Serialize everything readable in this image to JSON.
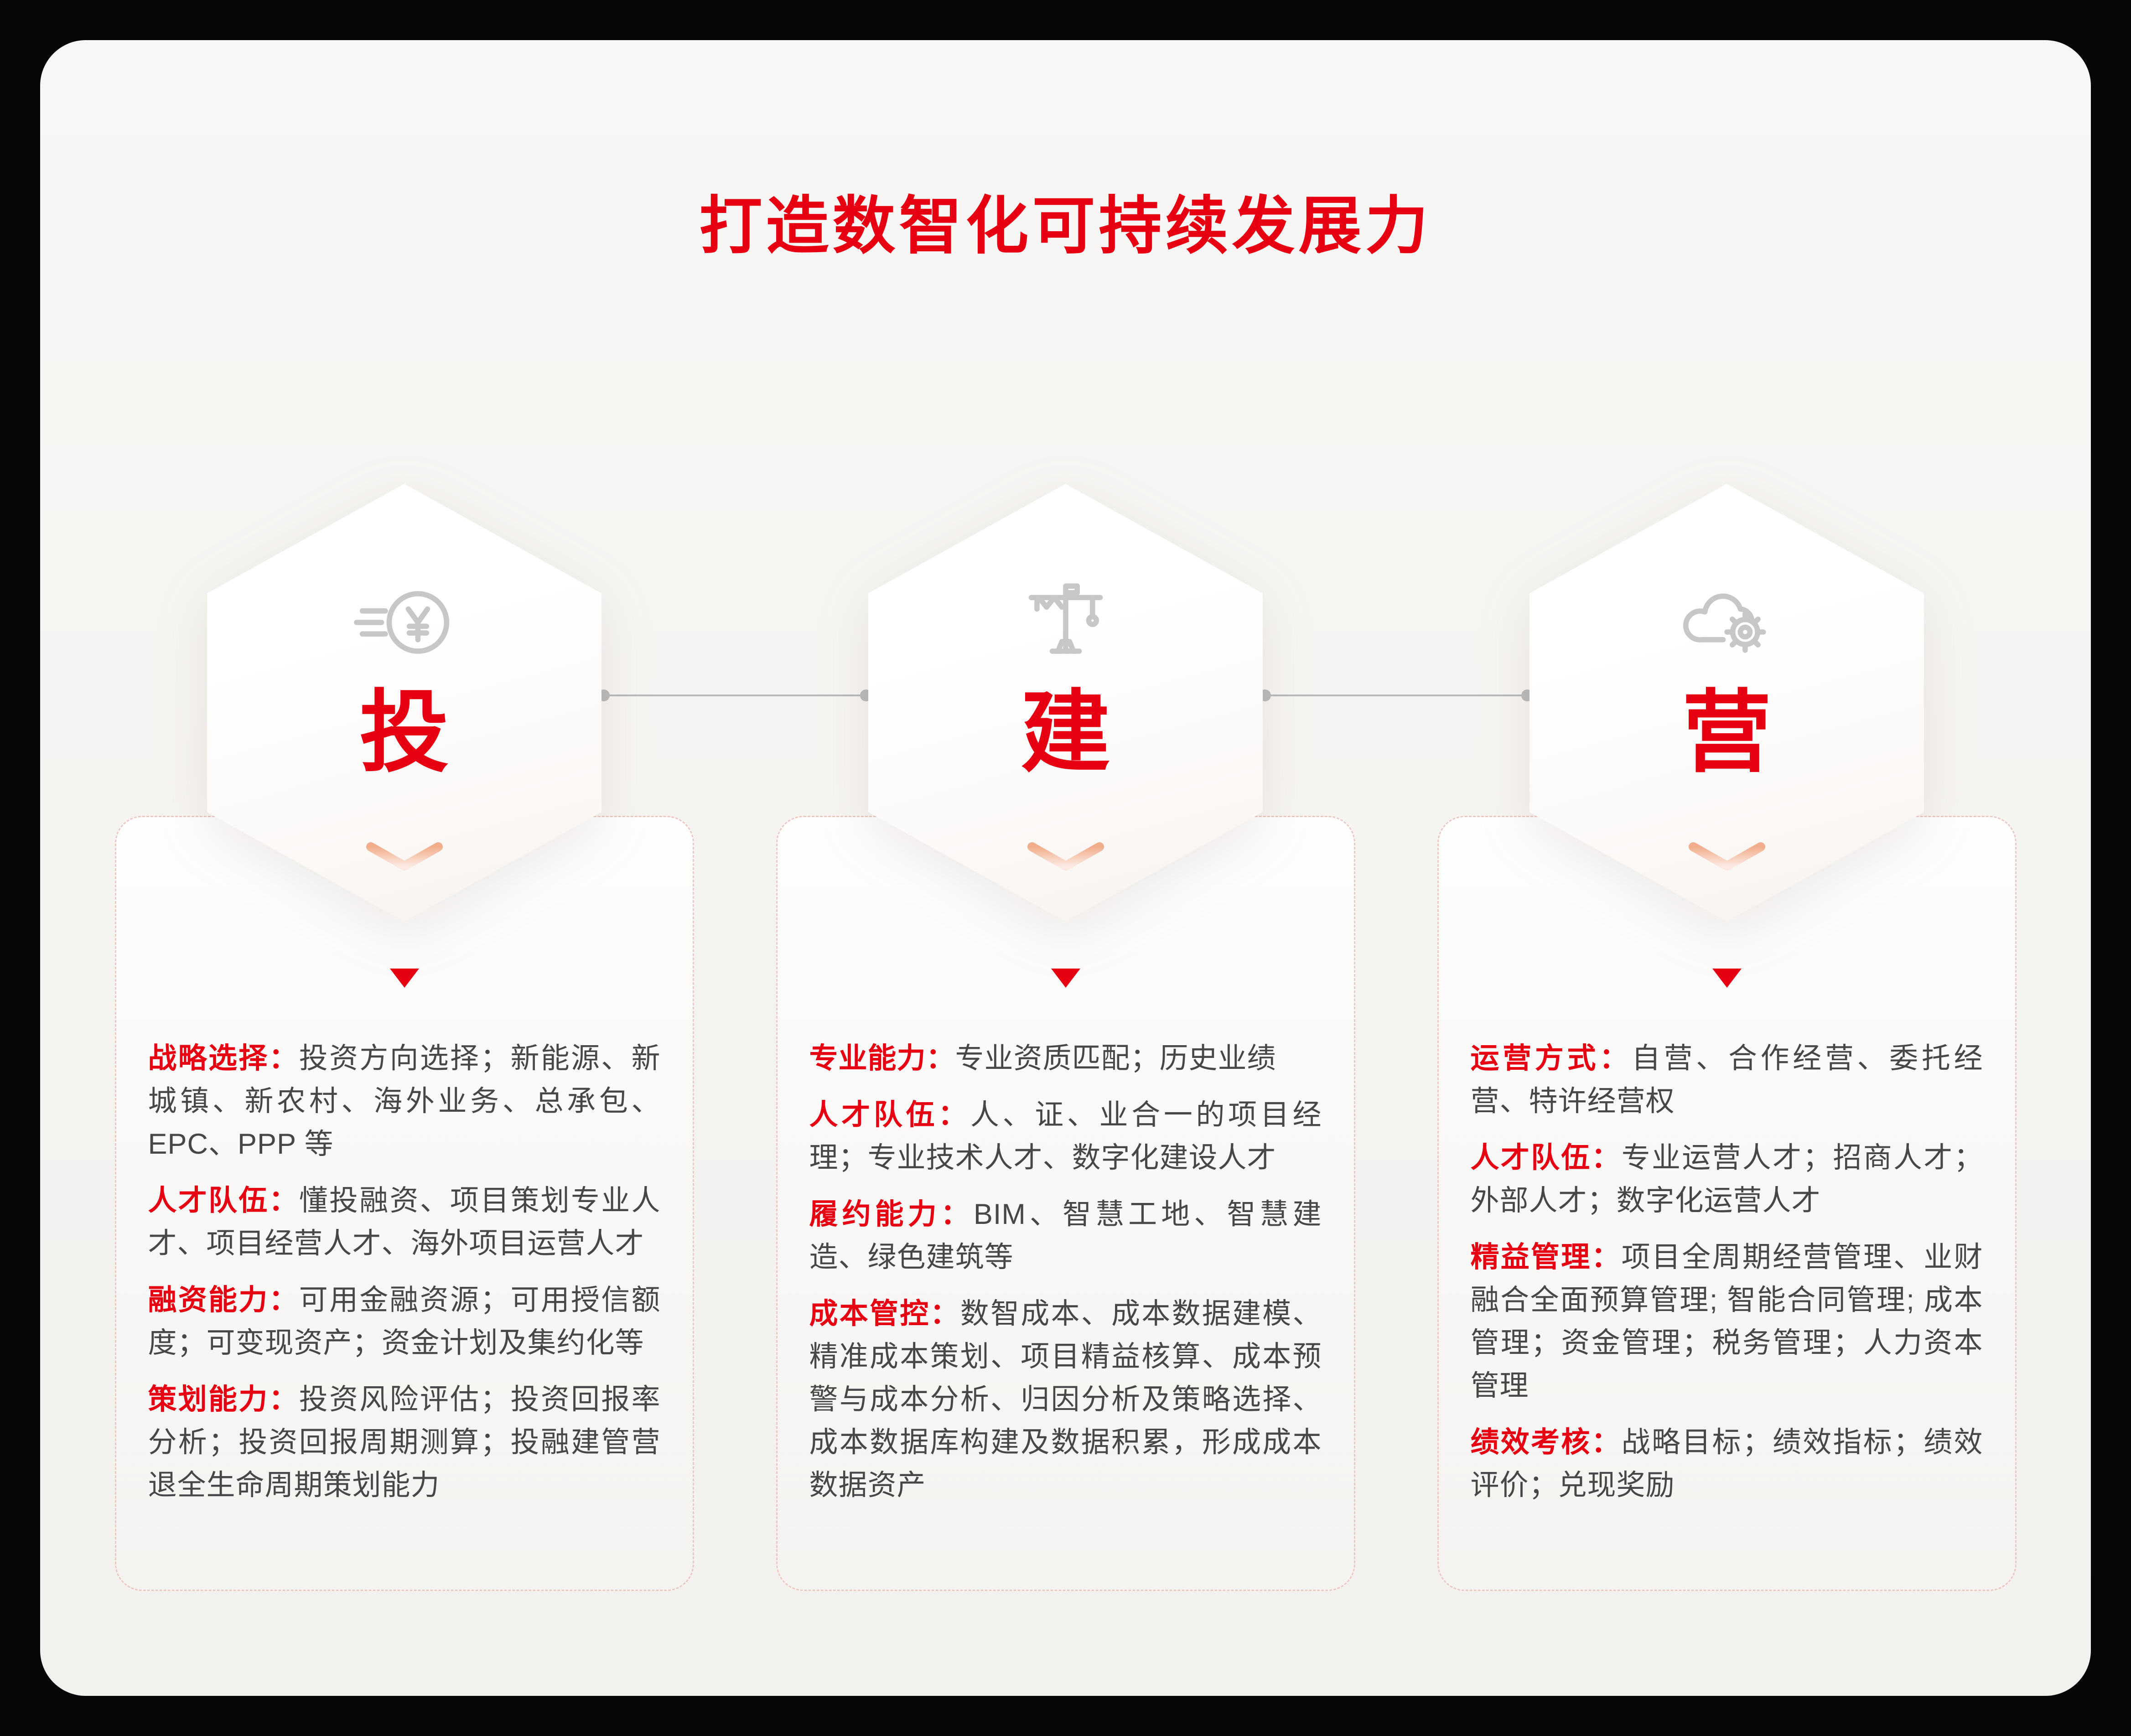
{
  "page": {
    "title": "打造数智化可持续发展力"
  },
  "colors": {
    "accent_red": "#e60012",
    "body_text": "#474747",
    "icon_gray": "#c7c7c7",
    "connector_gray": "#b9b9b9",
    "card_dashed_border": "#ecc9c2",
    "board_background": "#f5f3f0",
    "outer_background": "#060606"
  },
  "columns": [
    {
      "id": "invest",
      "hex_label": "投",
      "icon": "yuan-coin-speed-icon",
      "sections": [
        {
          "label": "战略选择：",
          "text": "投资方向选择；新能源、新城镇、新农村、海外业务、总承包、EPC、PPP 等"
        },
        {
          "label": "人才队伍：",
          "text": "懂投融资、项目策划专业人才、项目经营人才、海外项目运营人才"
        },
        {
          "label": "融资能力：",
          "text": "可用金融资源；可用授信额度；可变现资产；资金计划及集约化等"
        },
        {
          "label": "策划能力：",
          "text": "投资风险评估；投资回报率分析；投资回报周期测算；投融建管营退全生命周期策划能力"
        }
      ]
    },
    {
      "id": "build",
      "hex_label": "建",
      "icon": "tower-crane-icon",
      "sections": [
        {
          "label": "专业能力：",
          "text": "专业资质匹配；历史业绩"
        },
        {
          "label": "人才队伍：",
          "text": "人、证、业合一的项目经理；专业技术人才、数字化建设人才"
        },
        {
          "label": "履约能力：",
          "text": "BIM、智慧工地、智慧建造、绿色建筑等"
        },
        {
          "label": "成本管控：",
          "text": "数智成本、成本数据建模、精准成本策划、项目精益核算、成本预警与成本分析、归因分析及策略选择、成本数据库构建及数据积累，形成成本数据资产"
        }
      ]
    },
    {
      "id": "operate",
      "hex_label": "营",
      "icon": "cloud-gear-icon",
      "sections": [
        {
          "label": "运营方式：",
          "text": "自营、合作经营、委托经营、特许经营权"
        },
        {
          "label": "人才队伍：",
          "text": "专业运营人才；招商人才；外部人才；数字化运营人才"
        },
        {
          "label": "精益管理：",
          "text": "项目全周期经营管理、业财融合全面预算管理; 智能合同管理; 成本管理；资金管理；税务管理；人力资本管理"
        },
        {
          "label": "绩效考核：",
          "text": "战略目标；绩效指标；绩效评价；兑现奖励"
        }
      ]
    }
  ]
}
